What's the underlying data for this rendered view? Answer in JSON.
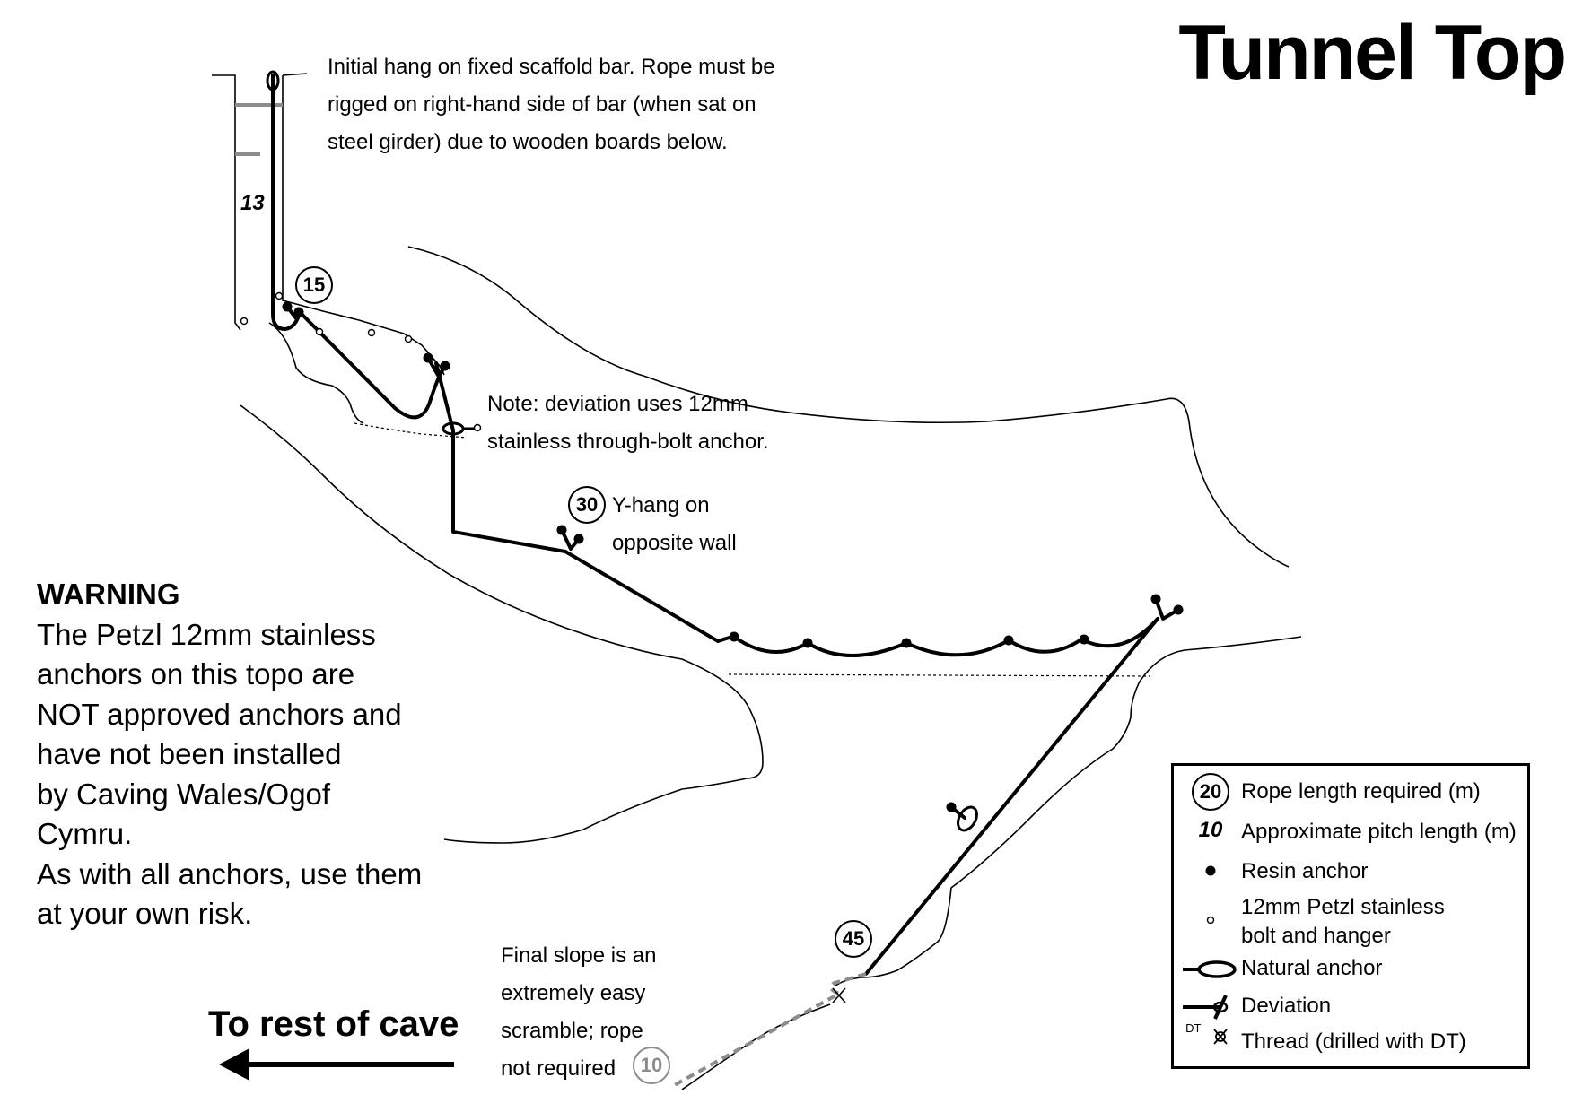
{
  "title": "Tunnel Top",
  "notes": {
    "initial_hang": [
      "Initial hang on fixed scaffold bar. Rope must be",
      "rigged on right-hand side of bar (when sat on",
      "steel girder) due to wooden boards below."
    ],
    "deviation": [
      "Note: deviation uses 12mm",
      "stainless through-bolt anchor."
    ],
    "y_hang": [
      "Y-hang on",
      "opposite wall"
    ],
    "final_slope": [
      "Final slope is an",
      "extremely easy",
      "scramble; rope",
      "not required"
    ]
  },
  "warning": {
    "heading": "WARNING",
    "lines": [
      "The Petzl 12mm stainless",
      "anchors on this topo are",
      "NOT approved anchors and",
      "have not been installed",
      "by Caving Wales/Ogof",
      "Cymru.",
      "As with all anchors, use them",
      "at your own risk."
    ]
  },
  "to_rest": "To rest of cave",
  "rope_lengths": [
    "15",
    "30",
    "45",
    "10"
  ],
  "pitch_lengths": [
    "13"
  ],
  "legend": {
    "rope_length_example": "20",
    "rope_length_text": "Rope length required (m)",
    "pitch_example": "10",
    "pitch_text": "Approximate pitch length (m)",
    "resin_text": "Resin anchor",
    "petzl_text": [
      "12mm Petzl stainless",
      "bolt and hanger"
    ],
    "natural_text": "Natural anchor",
    "deviation_text": "Deviation",
    "thread_label": "DT",
    "thread_text": "Thread (drilled with DT)"
  },
  "colors": {
    "rope": "#000000",
    "no_rope": "#8c8c8c",
    "scaffold": "#8c8c8c"
  }
}
